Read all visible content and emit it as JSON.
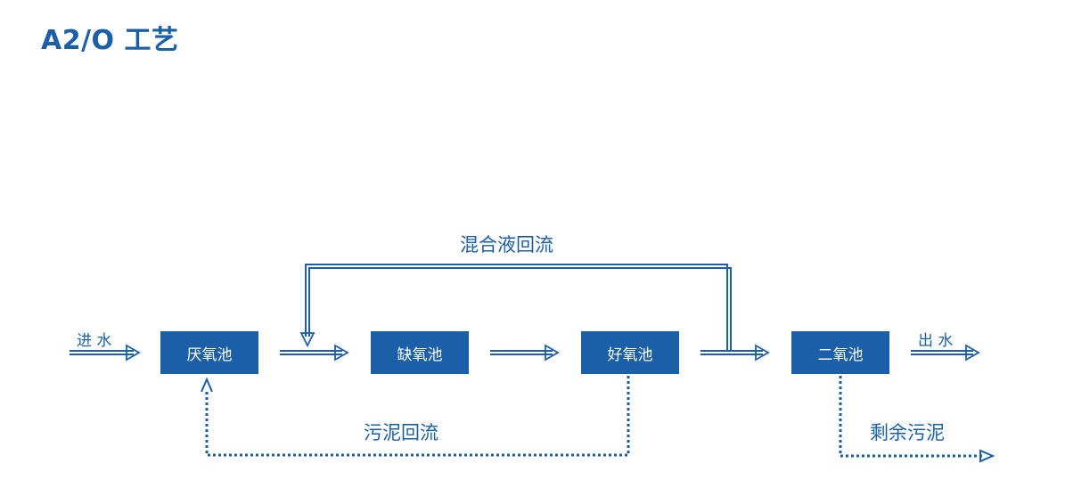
{
  "title": "A2/O 工艺",
  "nodes": {
    "anaerobic": "厌氧池",
    "anoxic": "缺氧池",
    "aerobic": "好氧池",
    "secondary": "二氧池"
  },
  "labels": {
    "inflow": "进 水",
    "outflow": "出 水",
    "mixed_liquor_return": "混合液回流",
    "sludge_return": "污泥回流",
    "excess_sludge": "剩余污泥"
  },
  "colors": {
    "primary": "#1a5fa8",
    "box_text": "#ffffff",
    "background": "#ffffff"
  }
}
